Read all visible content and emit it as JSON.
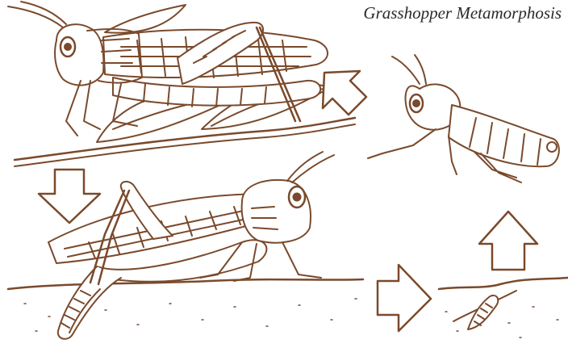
{
  "title": "Grasshopper Metamorphosis",
  "colors": {
    "ink": "#7a4a2c",
    "fill": "#ffffff",
    "background": "#ffffff"
  },
  "stages": [
    {
      "name": "adult-grasshopper-on-leaves"
    },
    {
      "name": "female-laying-eggs-in-soil"
    },
    {
      "name": "egg-pod-in-soil"
    },
    {
      "name": "nymph"
    }
  ],
  "arrows": [
    {
      "direction": "down"
    },
    {
      "direction": "right"
    },
    {
      "direction": "up"
    },
    {
      "direction": "up-left"
    }
  ]
}
